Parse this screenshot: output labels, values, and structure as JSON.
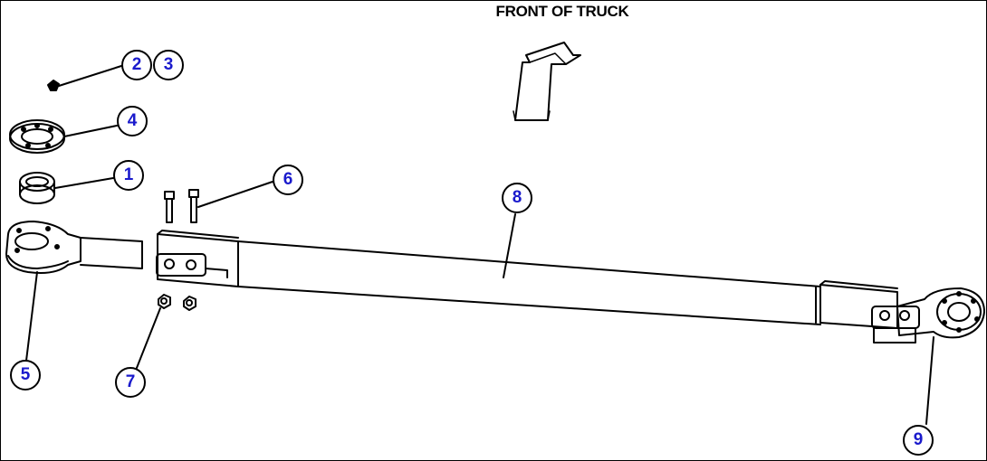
{
  "title": "FRONT OF TRUCK",
  "callout_color": "#1a1acc",
  "line_color": "#000000",
  "callouts": [
    "1",
    "2",
    "3",
    "4",
    "5",
    "6",
    "7",
    "8",
    "9"
  ]
}
